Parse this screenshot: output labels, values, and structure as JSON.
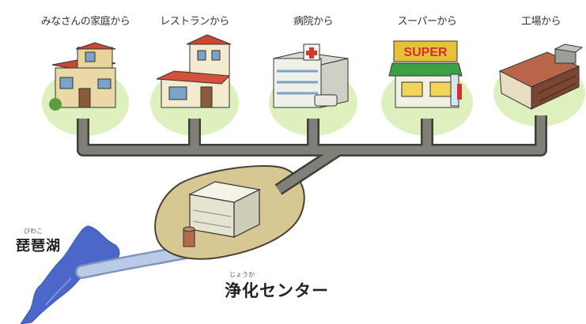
{
  "sources": [
    {
      "id": "home",
      "label": "みなさんの家庭から"
    },
    {
      "id": "restaurant",
      "label": "レストランから"
    },
    {
      "id": "hospital",
      "label": "病院から"
    },
    {
      "id": "supermarket",
      "label": "スーパーから",
      "sign": "SUPER"
    },
    {
      "id": "factory",
      "label": "工場から"
    }
  ],
  "lake": {
    "name": "琵琶湖",
    "reading": "びわこ"
  },
  "plant": {
    "name": "浄化センター",
    "reading": "じょうか"
  },
  "colors": {
    "pipe": "#808078",
    "pipe_edge": "#3f3f3a",
    "ground": "#dff0bf",
    "island": "#d6c793",
    "lake": "#4b67c9",
    "outflow": "#9cb3d6"
  }
}
